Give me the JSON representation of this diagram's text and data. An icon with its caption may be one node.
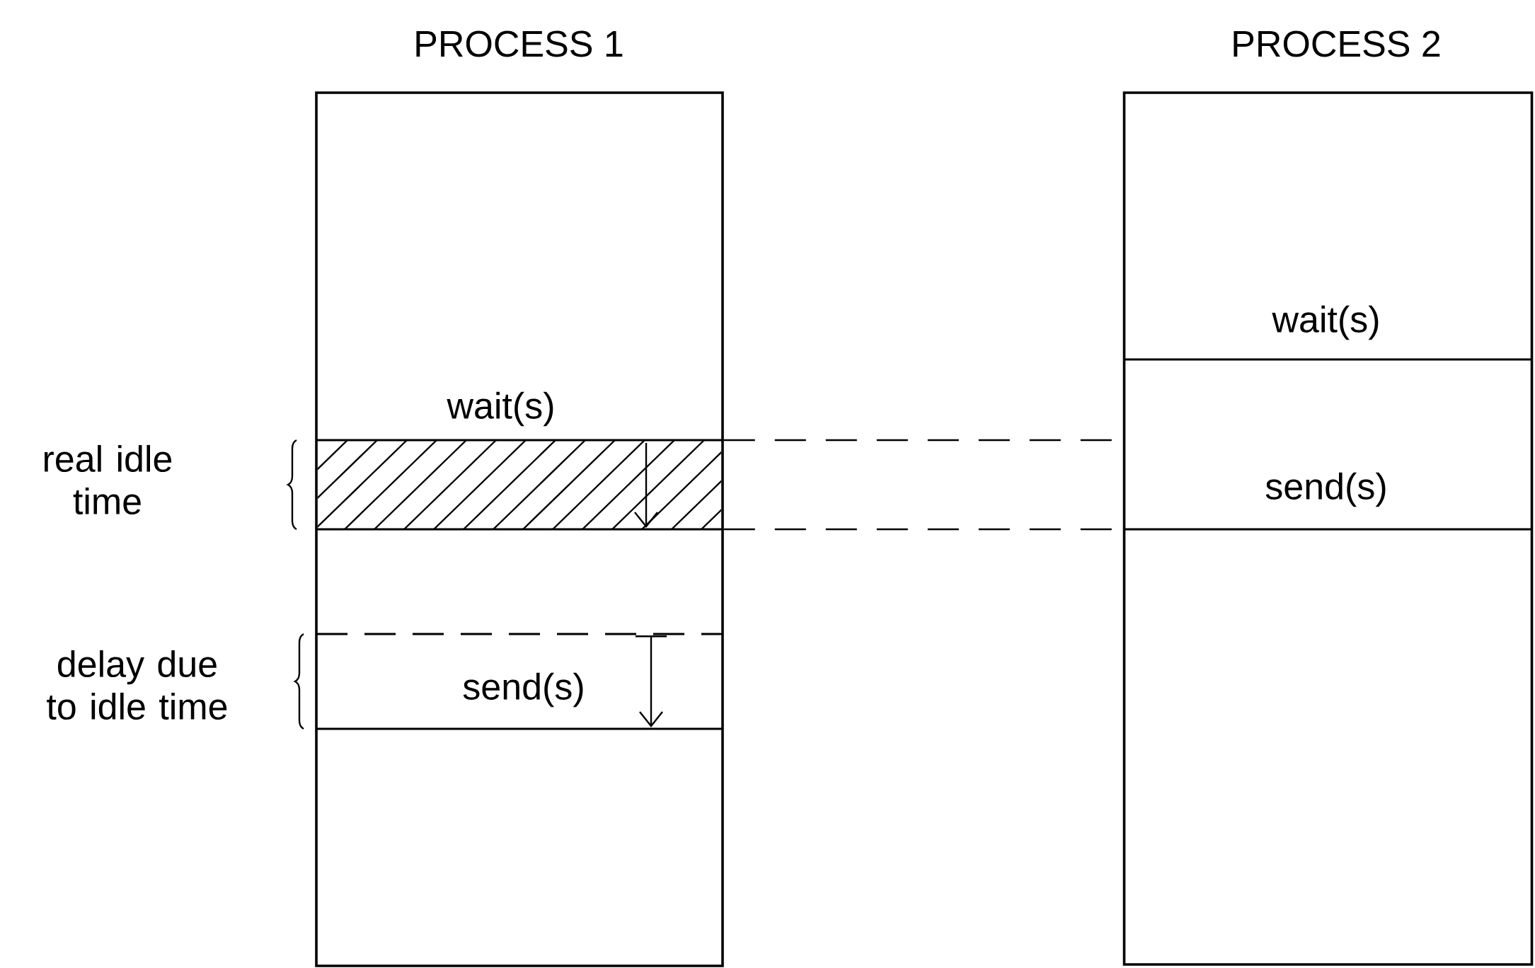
{
  "diagram": {
    "nodes": [
      {
        "text": [
          "PROCESS 1"
        ]
      },
      {
        "text": [
          "PROCESS 2"
        ]
      }
    ],
    "edges": [
      {
        "from": 0,
        "to": 1,
        "arrow": "none",
        "style": "dashed"
      },
      {
        "from": 0,
        "to": 1,
        "arrow": "none",
        "style": "dashed"
      }
    ],
    "labels": [
      "wait(s)",
      "send(s)",
      "wait(s)",
      "send(s)",
      "real idle time",
      "delay due to idle time"
    ]
  }
}
